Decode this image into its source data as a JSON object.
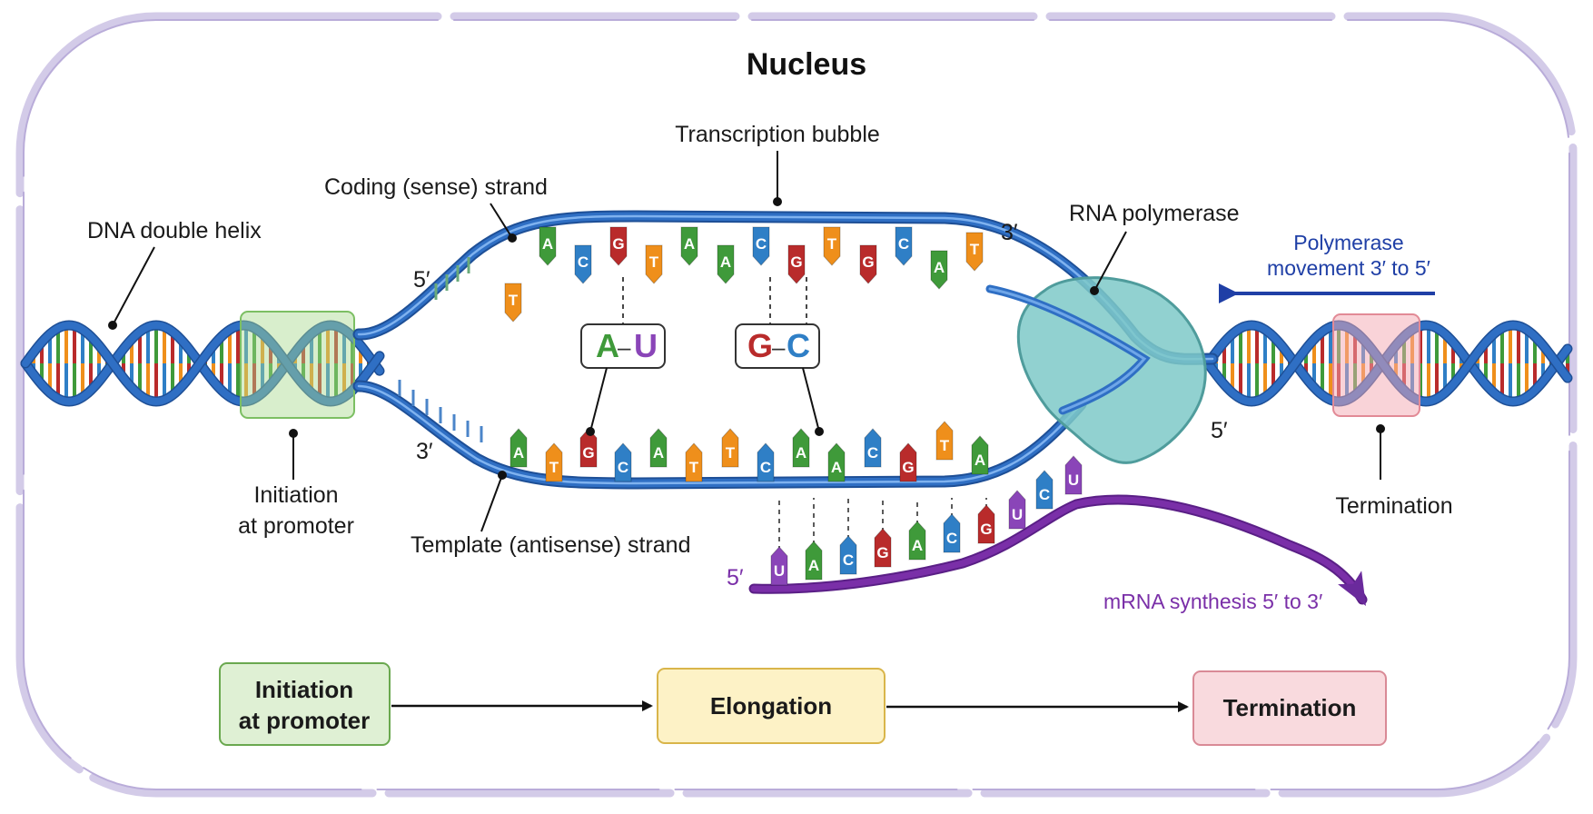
{
  "title": "Nucleus",
  "labels": {
    "dna_helix": "DNA double helix",
    "coding_strand": "Coding (sense) strand",
    "bubble": "Transcription bubble",
    "rna_pol": "RNA polymerase",
    "template_strand": "Template (antisense) strand",
    "init_line1": "Initiation",
    "init_line2": "at promoter",
    "termination": "Termination",
    "movement_line1": "Polymerase",
    "movement_line2": "movement 3′ to 5′",
    "mrna_synthesis": "mRNA synthesis 5′ to 3′"
  },
  "primes": {
    "coding_5": "5′",
    "coding_3": "3′",
    "template_3": "3′",
    "helix_5": "5′",
    "mrna_5": "5′"
  },
  "pairs": {
    "au": {
      "left": "A",
      "dash": "–",
      "right": "U"
    },
    "gc": {
      "left": "G",
      "dash": "–",
      "right": "C"
    }
  },
  "coding_bases": [
    "T",
    "A",
    "C",
    "G",
    "T",
    "A",
    "A",
    "C",
    "G",
    "T",
    "G",
    "C",
    "A",
    "T"
  ],
  "template_bases": [
    "A",
    "T",
    "G",
    "C",
    "A",
    "T",
    "T",
    "C",
    "A",
    "A",
    "C",
    "G",
    "T",
    "A"
  ],
  "mrna_bases": [
    "U",
    "A",
    "C",
    "G",
    "A",
    "C",
    "G",
    "U",
    "C",
    "U"
  ],
  "stages": [
    {
      "line1": "Initiation",
      "line2": "at promoter"
    },
    {
      "line1": "Elongation",
      "line2": ""
    },
    {
      "line1": "Termination",
      "line2": ""
    }
  ],
  "colors": {
    "A": "#3f9a3a",
    "T": "#ef8f1b",
    "G": "#b92b2b",
    "C": "#2f7fc6",
    "U": "#8a45b8",
    "dna_strand": "#2f6fc4",
    "dna_strand_dark": "#1e4f96",
    "mrna": "#7a2fa8",
    "polymerase": "#7ec9c8",
    "polymerase_edge": "#4f9c9c",
    "nucleus_border": "#cfc6e6",
    "movement_arrow": "#1f3fa6",
    "init_box_fill": "#dff0d4",
    "init_box_edge": "#6aa84f",
    "elong_box_fill": "#fdf2c6",
    "elong_box_edge": "#d9b54a",
    "term_box_fill": "#f9dade",
    "term_box_edge": "#d98a96"
  }
}
